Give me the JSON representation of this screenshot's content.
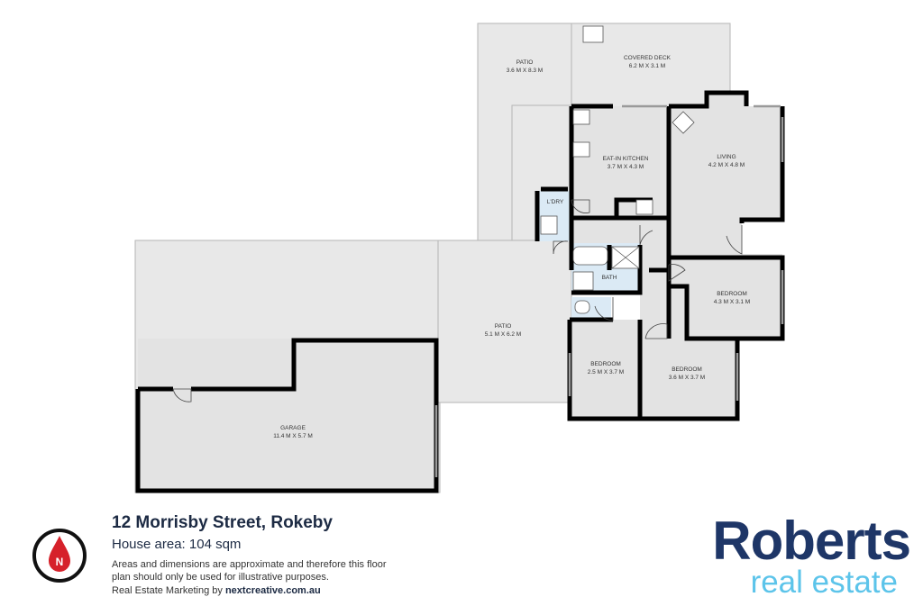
{
  "plan": {
    "rooms": [
      {
        "id": "patio-top",
        "name": "PATIO",
        "dims": "3.6 M X 8.3 M"
      },
      {
        "id": "covered-deck",
        "name": "COVERED DECK",
        "dims": "6.2 M X 3.1 M"
      },
      {
        "id": "kitchen",
        "name": "EAT-IN KITCHEN",
        "dims": "3.7 M X 4.3 M"
      },
      {
        "id": "living",
        "name": "LIVING",
        "dims": "4.2 M X 4.8 M"
      },
      {
        "id": "laundry",
        "name": "L'DRY",
        "dims": ""
      },
      {
        "id": "bath",
        "name": "BATH",
        "dims": ""
      },
      {
        "id": "bedroom-1",
        "name": "BEDROOM",
        "dims": "4.3 M X 3.1 M"
      },
      {
        "id": "patio-mid",
        "name": "PATIO",
        "dims": "5.1 M X 6.2 M"
      },
      {
        "id": "bedroom-2",
        "name": "BEDROOM",
        "dims": "2.5 M X 3.7 M"
      },
      {
        "id": "bedroom-3",
        "name": "BEDROOM",
        "dims": "3.6 M X 3.7 M"
      },
      {
        "id": "garage",
        "name": "GARAGE",
        "dims": "11.4 M X 5.7 M"
      }
    ],
    "colors": {
      "wall": "#000000",
      "outdoor": "#e8e8e8",
      "interior": "#e3e3e3",
      "wet": "#dbeaf5"
    }
  },
  "info": {
    "address": "12 Morrisby Street, Rokeby",
    "house_area": "House area: 104 sqm",
    "disclaimer": "Areas and dimensions are approximate and therefore this floor plan should only be used for illustrative purposes.",
    "marketing_prefix": "Real Estate Marketing by ",
    "marketing_brand": "nextcreative.com.au"
  },
  "compass": {
    "letter": "N",
    "color": "#d6212a"
  },
  "logo": {
    "main": "Roberts",
    "sub": "real estate",
    "main_color": "#1e3667",
    "sub_color": "#5cc4ea"
  }
}
